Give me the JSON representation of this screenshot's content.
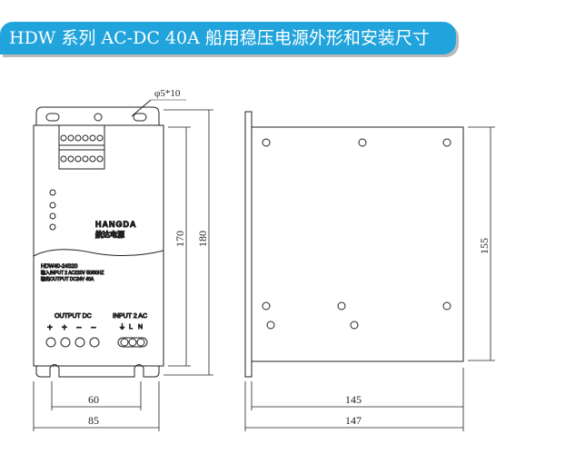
{
  "header": {
    "title": "HDW 系列 AC-DC 40A 船用稳压电源外形和安装尺寸"
  },
  "front_view": {
    "hole_label": "φ5*10",
    "brand": "HANGDA",
    "brand_cn": "航达电源",
    "model": "HDW40-24S20",
    "input_spec": "输入INPUT 2 AC220V 50/60HZ",
    "output_spec": "输出OUTPUT DC24V 40A",
    "output_label": "OUTPUT DC",
    "input_label": "INPUT 2 AC",
    "output_terminals": [
      "+",
      "+",
      "−",
      "−"
    ],
    "input_terminals": [
      "⏚",
      "L",
      "N"
    ]
  },
  "dimensions": {
    "height_body": "170",
    "height_total": "180",
    "hole_spacing": "60",
    "width_front": "85",
    "side_height": "155",
    "depth_body": "145",
    "depth_total": "147"
  }
}
